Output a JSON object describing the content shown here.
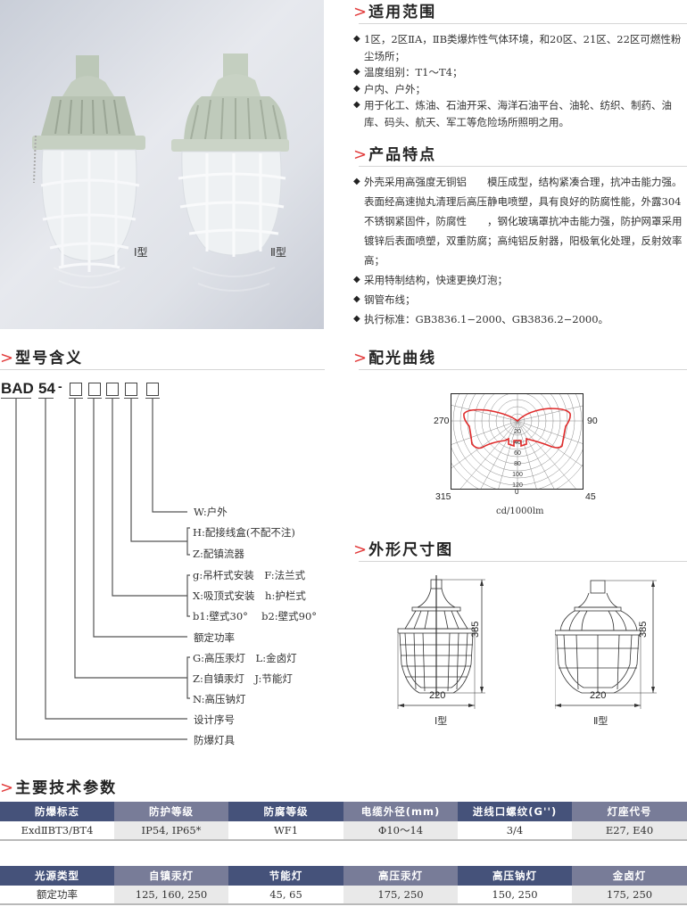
{
  "photo": {
    "label_type1": "Ⅰ型",
    "label_type2": "Ⅱ型"
  },
  "scope": {
    "title": "适用范围",
    "items": [
      "1区，2区ⅡA，ⅡB类爆炸性气体环境，和20区、21区、22区可燃性粉尘场所；",
      "温度组别：T1～T4；",
      "户内、户外；",
      "用于化工、炼油、石油开采、海洋石油平台、油轮、纺织、制药、油库、码头、航天、军工等危险场所照明之用。"
    ]
  },
  "features": {
    "title": "产品特点",
    "items": [
      "外壳采用高强度无铜铝　　模压成型，结构紧凑合理，抗冲击能力强。表面经高速抛丸清理后高压静电喷塑，具有良好的防腐性能，外露304不锈钢紧固件，防腐性　　，钢化玻璃罩抗冲击能力强，防护网罩采用镀锌后表面喷塑，双重防腐；高纯铝反射器，阳极氧化处理，反射效率高；",
      "采用特制结构，快速更换灯泡；",
      "钢管布线；",
      "执行标准：GB3836.1−2000、GB3836.2−2000。"
    ]
  },
  "model": {
    "title": "型号含义",
    "prefix": "BAD",
    "series": "54",
    "dash": "-",
    "labels": {
      "w": "W:户外",
      "h": "H:配接线盒(不配不注)",
      "z_ballast": "Z:配镇流器",
      "g": "g:吊杆式安装　F:法兰式",
      "x": "X:吸顶式安装　h:护栏式",
      "b": "b1:壁式30°　 b2:壁式90°",
      "power": "额定功率",
      "lamp_g": "G:高压汞灯　L:金卤灯",
      "lamp_z": "Z:自镇汞灯　J:节能灯",
      "lamp_n": "N:高压钠灯",
      "design": "设计序号",
      "explosion": "防爆灯具"
    }
  },
  "light_curve": {
    "title": "配光曲线",
    "unit": "cd/1000lm",
    "angle_labels": {
      "left": "270",
      "right": "90",
      "bottom_left": "315",
      "bottom_center": "0",
      "bottom_right": "45"
    },
    "radial_labels": [
      "20",
      "40",
      "60",
      "80",
      "100",
      "120"
    ],
    "curve_color": "#e02a2a"
  },
  "dimensions": {
    "title": "外形尺寸图",
    "type1": {
      "label": "Ⅰ型",
      "width": "220",
      "height": "385"
    },
    "type2": {
      "label": "Ⅱ型",
      "width": "220",
      "height": "385"
    }
  },
  "specs": {
    "title": "主要技术参数",
    "table1": {
      "headers": [
        "防爆标志",
        "防护等级",
        "防腐等级",
        "电缆外径(mm)",
        "进线口螺纹(G'')",
        "灯座代号"
      ],
      "row": [
        "ExdⅡBT3/BT4",
        "IP54, IP65*",
        "WF1",
        "Φ10～14",
        "3/4",
        "E27, E40"
      ]
    },
    "table2": {
      "headers": [
        "光源类型",
        "自镇汞灯",
        "节能灯",
        "高压汞灯",
        "高压钠灯",
        "金卤灯"
      ],
      "row": [
        "额定功率",
        "125, 160, 250",
        "45, 65",
        "175, 250",
        "150, 250",
        "175, 250"
      ]
    },
    "colors": {
      "header_dark": "#45527a",
      "header_light": "#787c98"
    }
  }
}
